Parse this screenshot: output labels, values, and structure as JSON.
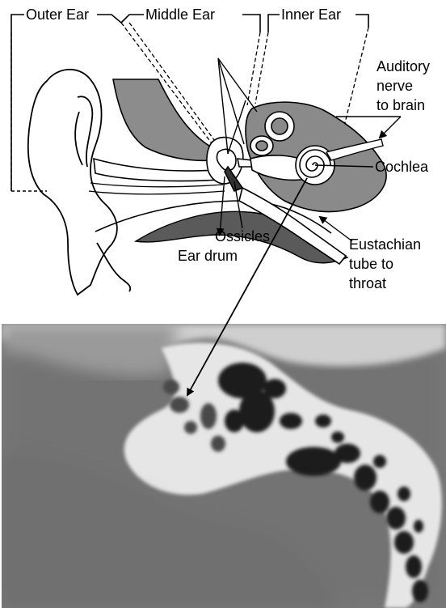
{
  "diagram": {
    "labels": {
      "outer_ear": "Outer Ear",
      "middle_ear": "Middle Ear",
      "inner_ear": "Inner Ear",
      "auditory_nerve": [
        "Auditory",
        "nerve",
        "to brain"
      ],
      "cochlea": "Cochlea",
      "ossicles": "Ossicles",
      "ear_drum": "Ear drum",
      "eustachian_tube": [
        "Eustachian",
        "tube to",
        "throat"
      ]
    },
    "colors": {
      "line": "#000000",
      "canal_gray": "#8c8c8c",
      "inner_ear_gray": "#8a8a8a",
      "scan_background": "#7a7a7a",
      "bone": "#e6e6e6",
      "air_cells": "#1a1a1a"
    }
  }
}
